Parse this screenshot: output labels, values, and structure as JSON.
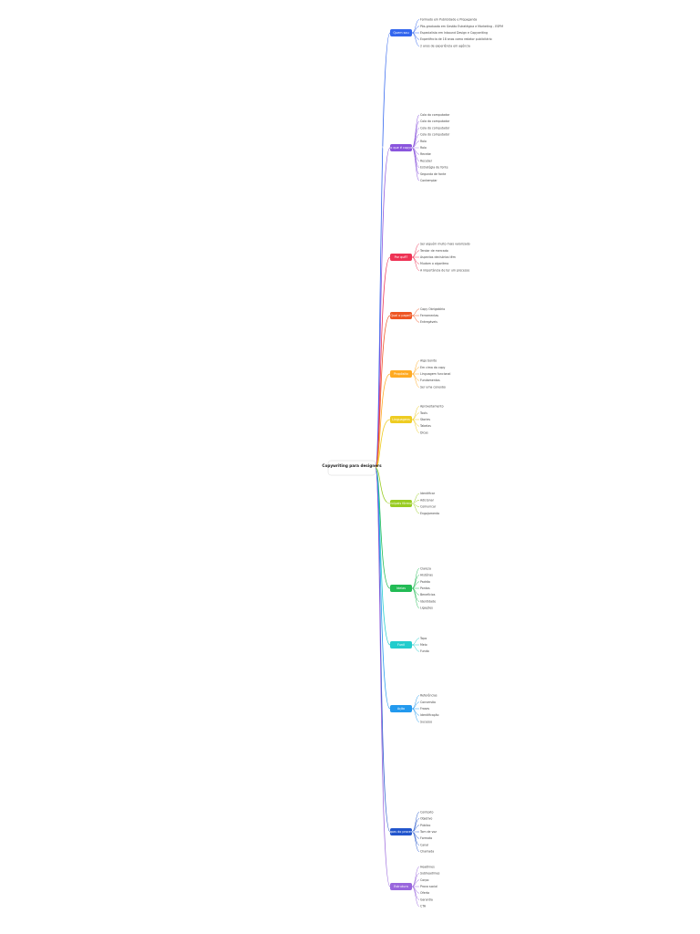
{
  "root": "Copywriting para designers",
  "branches": [
    {
      "label": "Quem sou",
      "color": "#3366ee",
      "items": [
        "Formado em Publicidade e Propaganda",
        "Pós-graduado em Gestão Estratégica e Marketing - ESPM",
        "Especialista em Inbound Design e Copywriting",
        "Experiência de 18 anos como redator publicitário",
        "2 anos de experiência em agência"
      ]
    },
    {
      "label": "Afinal, o que é copywriting?",
      "color": "#8a55dd",
      "items": [
        "Cola do computador",
        "Cola do computador",
        "Cola do computador",
        "Cola do computador",
        "Rolo",
        "Rolo",
        "Recebe",
        "Receber",
        "Estratégia de fonte",
        "Segunda de fonte",
        "Contemplar"
      ]
    },
    {
      "label": "Por quê?",
      "color": "#ee3355",
      "items": [
        "Ser alguém muito mais valorizado",
        "Tendar de mercado",
        "Aspectos decisórios têm",
        "Mudam o algoritmo",
        "A importância de ter um processo"
      ]
    },
    {
      "label": "Qual o papel?",
      "color": "#ee5522",
      "items": [
        "Copy Obrigatório",
        "Ferramentas",
        "Entregáveis"
      ]
    },
    {
      "label": "Propósito",
      "color": "#ffaa22",
      "items": [
        "Algo bonito",
        "Em cima da copy",
        "Linguagem funcional",
        "Fundamentos",
        "Ser uma conexão"
      ]
    },
    {
      "label": "Linguagens",
      "color": "#eecc22",
      "items": [
        "Aproveitamento",
        "Tools",
        "Stories",
        "Tabelas",
        "Dicas"
      ]
    },
    {
      "label": "Principais fórmulas",
      "color": "#99cc22",
      "items": [
        "Identificar",
        "Adicionar",
        "Comunicar",
        "Engajamento"
      ]
    },
    {
      "label": "Ideias",
      "color": "#22bb55",
      "items": [
        "Clareza",
        "Histórias",
        "Padrão",
        "Pontos",
        "Benefícios",
        "Identidade",
        "Ligações"
      ]
    },
    {
      "label": "Funil",
      "color": "#22cccc",
      "items": [
        "Topo",
        "Meio",
        "Fundo"
      ]
    },
    {
      "label": "Ação",
      "color": "#2299ee",
      "items": [
        "Referências",
        "Conversão",
        "Frases",
        "Identificação",
        "Sucesso"
      ]
    },
    {
      "label": "Etapas do processo",
      "color": "#2255cc",
      "items": [
        "Contexto",
        "Objetivo",
        "Público",
        "Tom de voz",
        "Formato",
        "Canal",
        "Chamada"
      ]
    },
    {
      "label": "Estrutura",
      "color": "#9966dd",
      "items": [
        "Headlines",
        "Subheadlines",
        "Corpo",
        "Prova social",
        "Oferta",
        "Garantia",
        "CTA"
      ]
    }
  ]
}
